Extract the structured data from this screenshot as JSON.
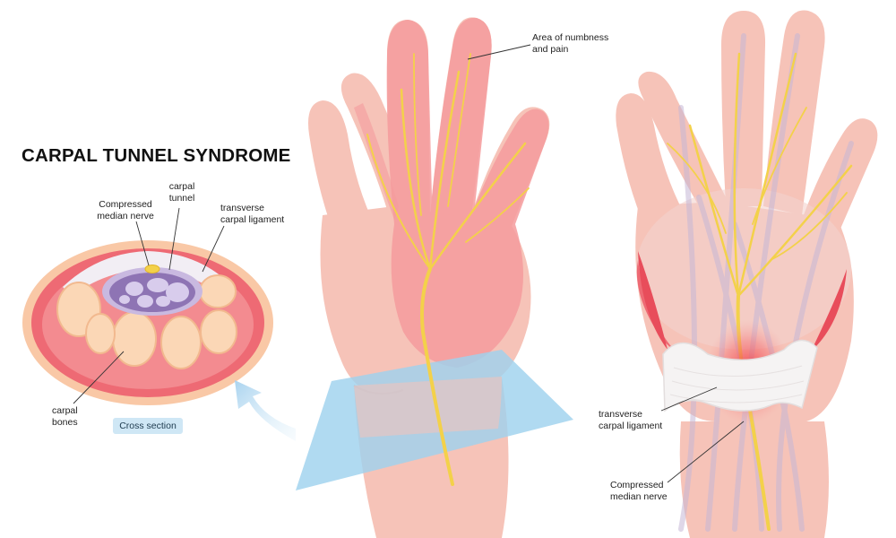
{
  "title": "CARPAL TUNNEL SYNDROME",
  "cross_section": {
    "label_compressed_nerve": "Compressed\nmedian nerve",
    "label_carpal_tunnel": "carpal\ntunnel",
    "label_ligament": "transverse\ncarpal ligament",
    "label_bones": "carpal\nbones",
    "caption": "Cross section"
  },
  "hand_middle": {
    "label_numbness": "Area of numbness\nand pain"
  },
  "hand_right": {
    "label_ligament": "transverse\ncarpal ligament",
    "label_nerve": "Compressed\nmedian nerve"
  },
  "colors": {
    "skin": "#f6c3b8",
    "skin_dark": "#f2a9a1",
    "numb_area": "#f59b9c",
    "nerve": "#f3d14a",
    "muscle": "#ee6a74",
    "bone": "#fbd7b6",
    "tunnel": "#a890c8",
    "plane": "#9fd2ee",
    "ligament": "#f5f3f3",
    "arrow": "#c5e1f3"
  }
}
